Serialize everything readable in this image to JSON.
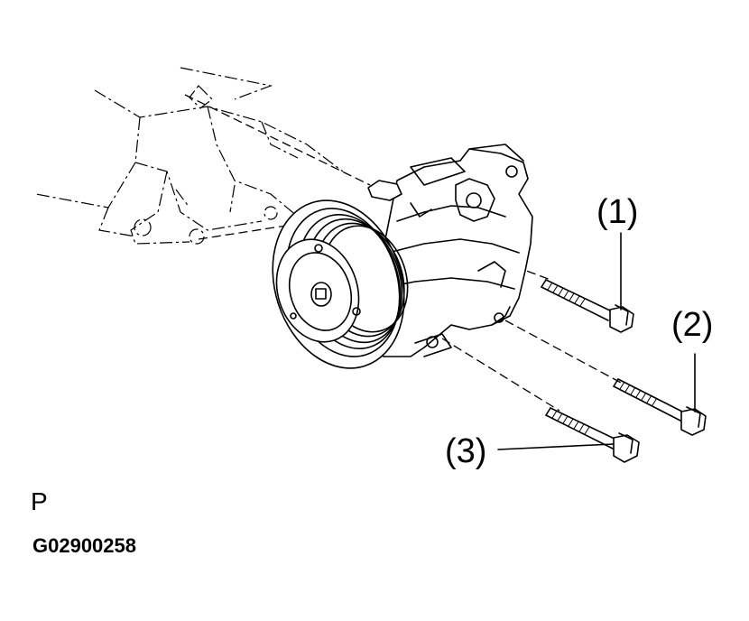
{
  "diagram": {
    "callouts": [
      {
        "id": "1",
        "label": "(1)"
      },
      {
        "id": "2",
        "label": "(2)"
      },
      {
        "id": "3",
        "label": "(3)"
      }
    ],
    "view_letter": "P",
    "figure_code": "G02900258"
  }
}
